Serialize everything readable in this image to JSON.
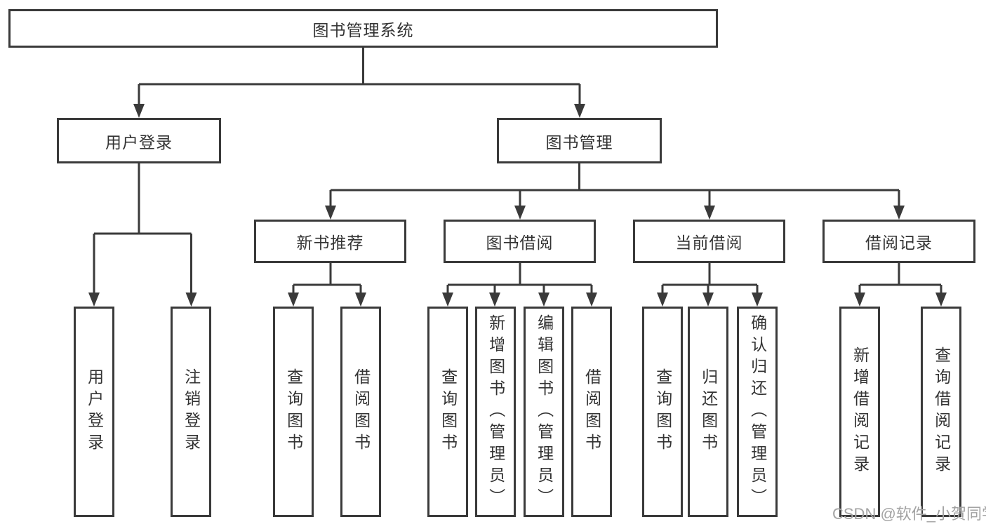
{
  "colors": {
    "line": "#3a3a3a",
    "text": "#333333",
    "background": "#ffffff",
    "watermark_color": "#a3a3a3"
  },
  "watermark": {
    "text": "CSDN @软件_小贺同学"
  },
  "diagram": {
    "root": {
      "label": "图书管理系统"
    },
    "branches": [
      {
        "label": "用户登录",
        "children": [
          {
            "label": "用户登录"
          },
          {
            "label": "注销登录"
          }
        ]
      },
      {
        "label": "图书管理",
        "children": [
          {
            "label": "新书推荐",
            "children": [
              {
                "label": "查询图书"
              },
              {
                "label": "借阅图书"
              }
            ]
          },
          {
            "label": "图书借阅",
            "children": [
              {
                "label": "查询图书"
              },
              {
                "label": "新增图书（管理员）"
              },
              {
                "label": "编辑图书（管理员）"
              },
              {
                "label": "借阅图书"
              }
            ]
          },
          {
            "label": "当前借阅",
            "children": [
              {
                "label": "查询图书"
              },
              {
                "label": "归还图书"
              },
              {
                "label": "确认归还（管理员）"
              }
            ]
          },
          {
            "label": "借阅记录",
            "children": [
              {
                "label": "新增借阅记录"
              },
              {
                "label": "查询借阅记录"
              }
            ]
          }
        ]
      }
    ]
  }
}
